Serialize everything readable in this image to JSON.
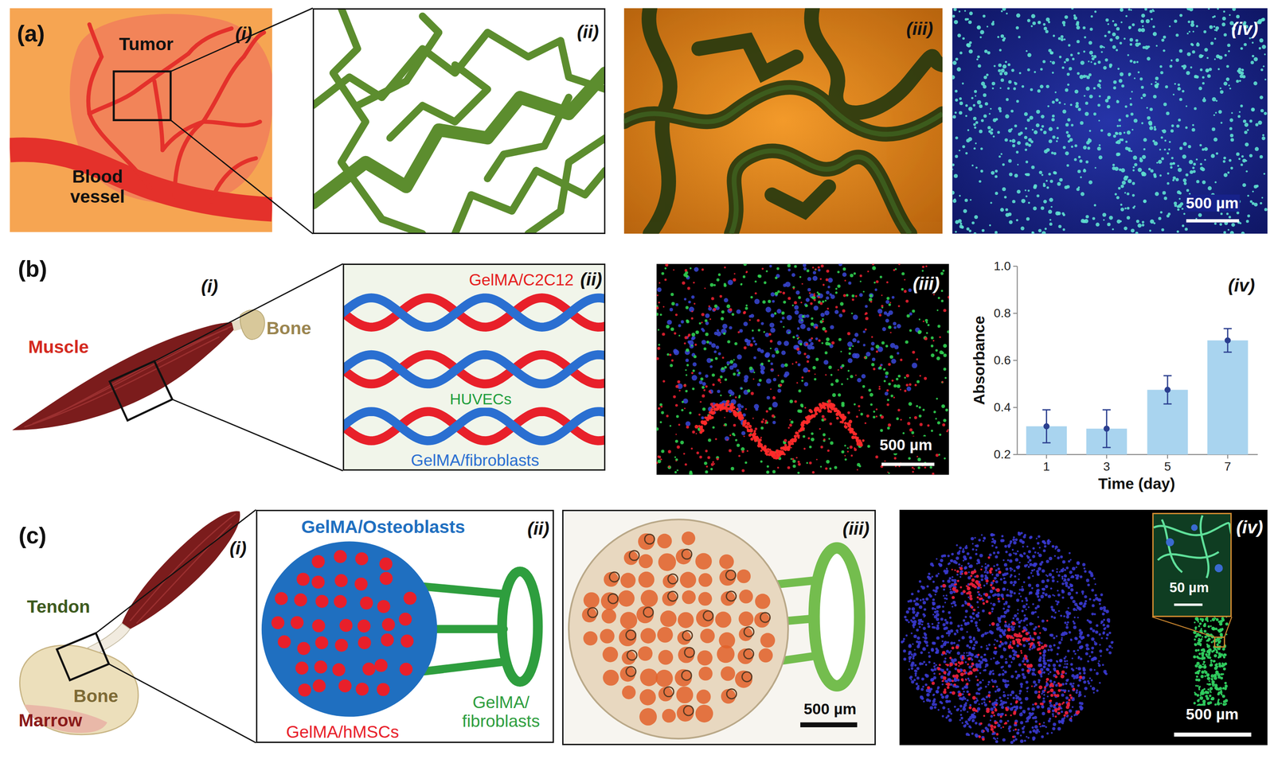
{
  "diagram": {
    "nodes": [
      {
        "text": [
          "(ii)"
        ]
      },
      {
        "text": [
          "(ii)",
          "GelMA/C2C12",
          "HUVECs",
          "GelMA/fibroblasts"
        ]
      },
      {
        "text": [
          "(ii)",
          "GelMA/Osteoblasts",
          "GelMA/hMSCs",
          "GelMA/ fibroblasts"
        ]
      },
      {
        "text": [
          "(iii)",
          "500 µm"
        ]
      },
      {
        "text": [
          "50 µm"
        ]
      }
    ],
    "labels": [
      "(a)",
      "(i)",
      "Tumor",
      "Blood vessel",
      "(iii)",
      "(iv)",
      "500 µm",
      "(b)",
      "(i)",
      "Muscle",
      "Bone",
      "(iii)",
      "500 µm",
      "(iv)",
      "1.0",
      "0.8",
      "0.6",
      "0.4",
      "0.2",
      "Absorbance",
      "1",
      "3",
      "5",
      "7",
      "Time (day)",
      "(c)",
      "(i)",
      "Tendon",
      "Bone",
      "Marrow",
      "(iv)",
      "500 µm"
    ]
  }
}
